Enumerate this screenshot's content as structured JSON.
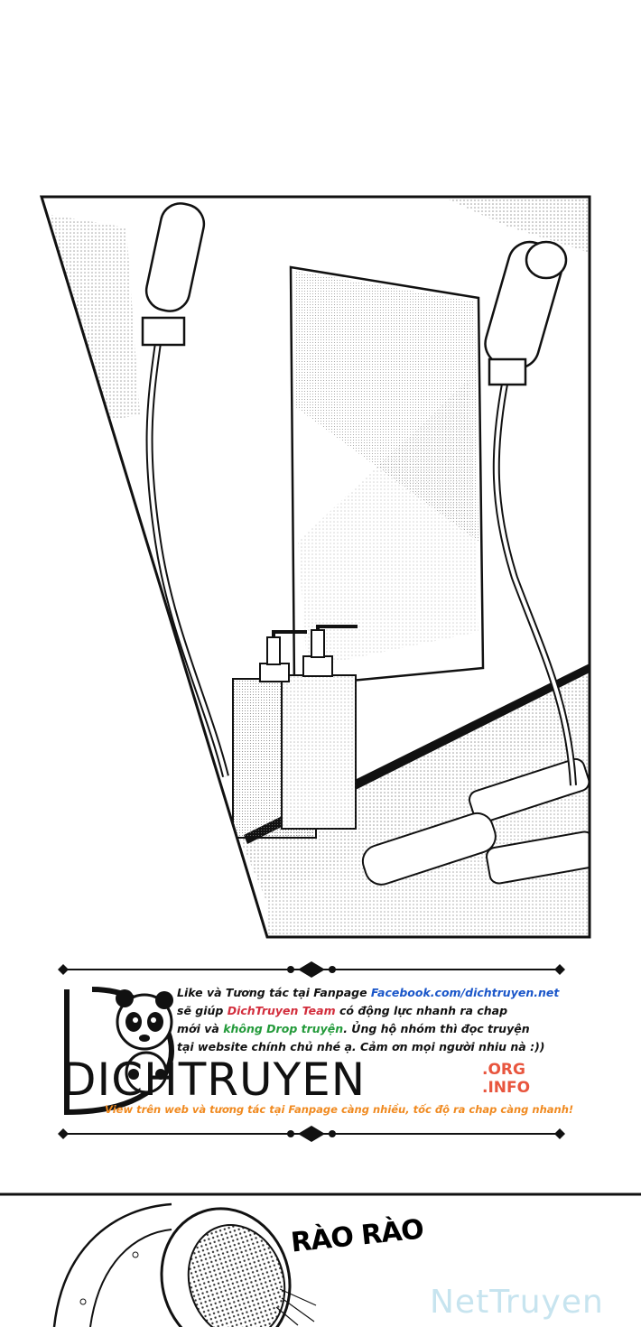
{
  "promo": {
    "line1": {
      "a": "Like và Tương tác tại Fanpage ",
      "b": "Facebook.com/dichtruyen.net"
    },
    "line2": {
      "a": "sẽ giúp ",
      "b": "DichTruyen Team",
      "c": " có động lực nhanh ra chap"
    },
    "line3": {
      "a": "mới và ",
      "b": "không Drop truyện",
      "c": ". Ủng hộ nhóm thì đọc truyện"
    },
    "line4": "tại website chính chủ nhé ạ. Cảm ơn mọi người nhiu nà :))",
    "brand": "DICHTRUYEN",
    "tld_top": ".ORG",
    "tld_bottom": ".INFO",
    "tagline": "View trên web và tương tác tại Fanpage càng nhiều, tốc độ ra chap càng nhanh!"
  },
  "sfx": "RÀO RÀO",
  "watermark": "NetTruyen",
  "colors": {
    "link_blue": "#1a56c9",
    "team_red": "#d22d3c",
    "drop_green": "#239a3a",
    "tld_orange": "#e8553e",
    "tagline_orange": "#f08a20",
    "watermark_blue": "#c7e4ef"
  }
}
